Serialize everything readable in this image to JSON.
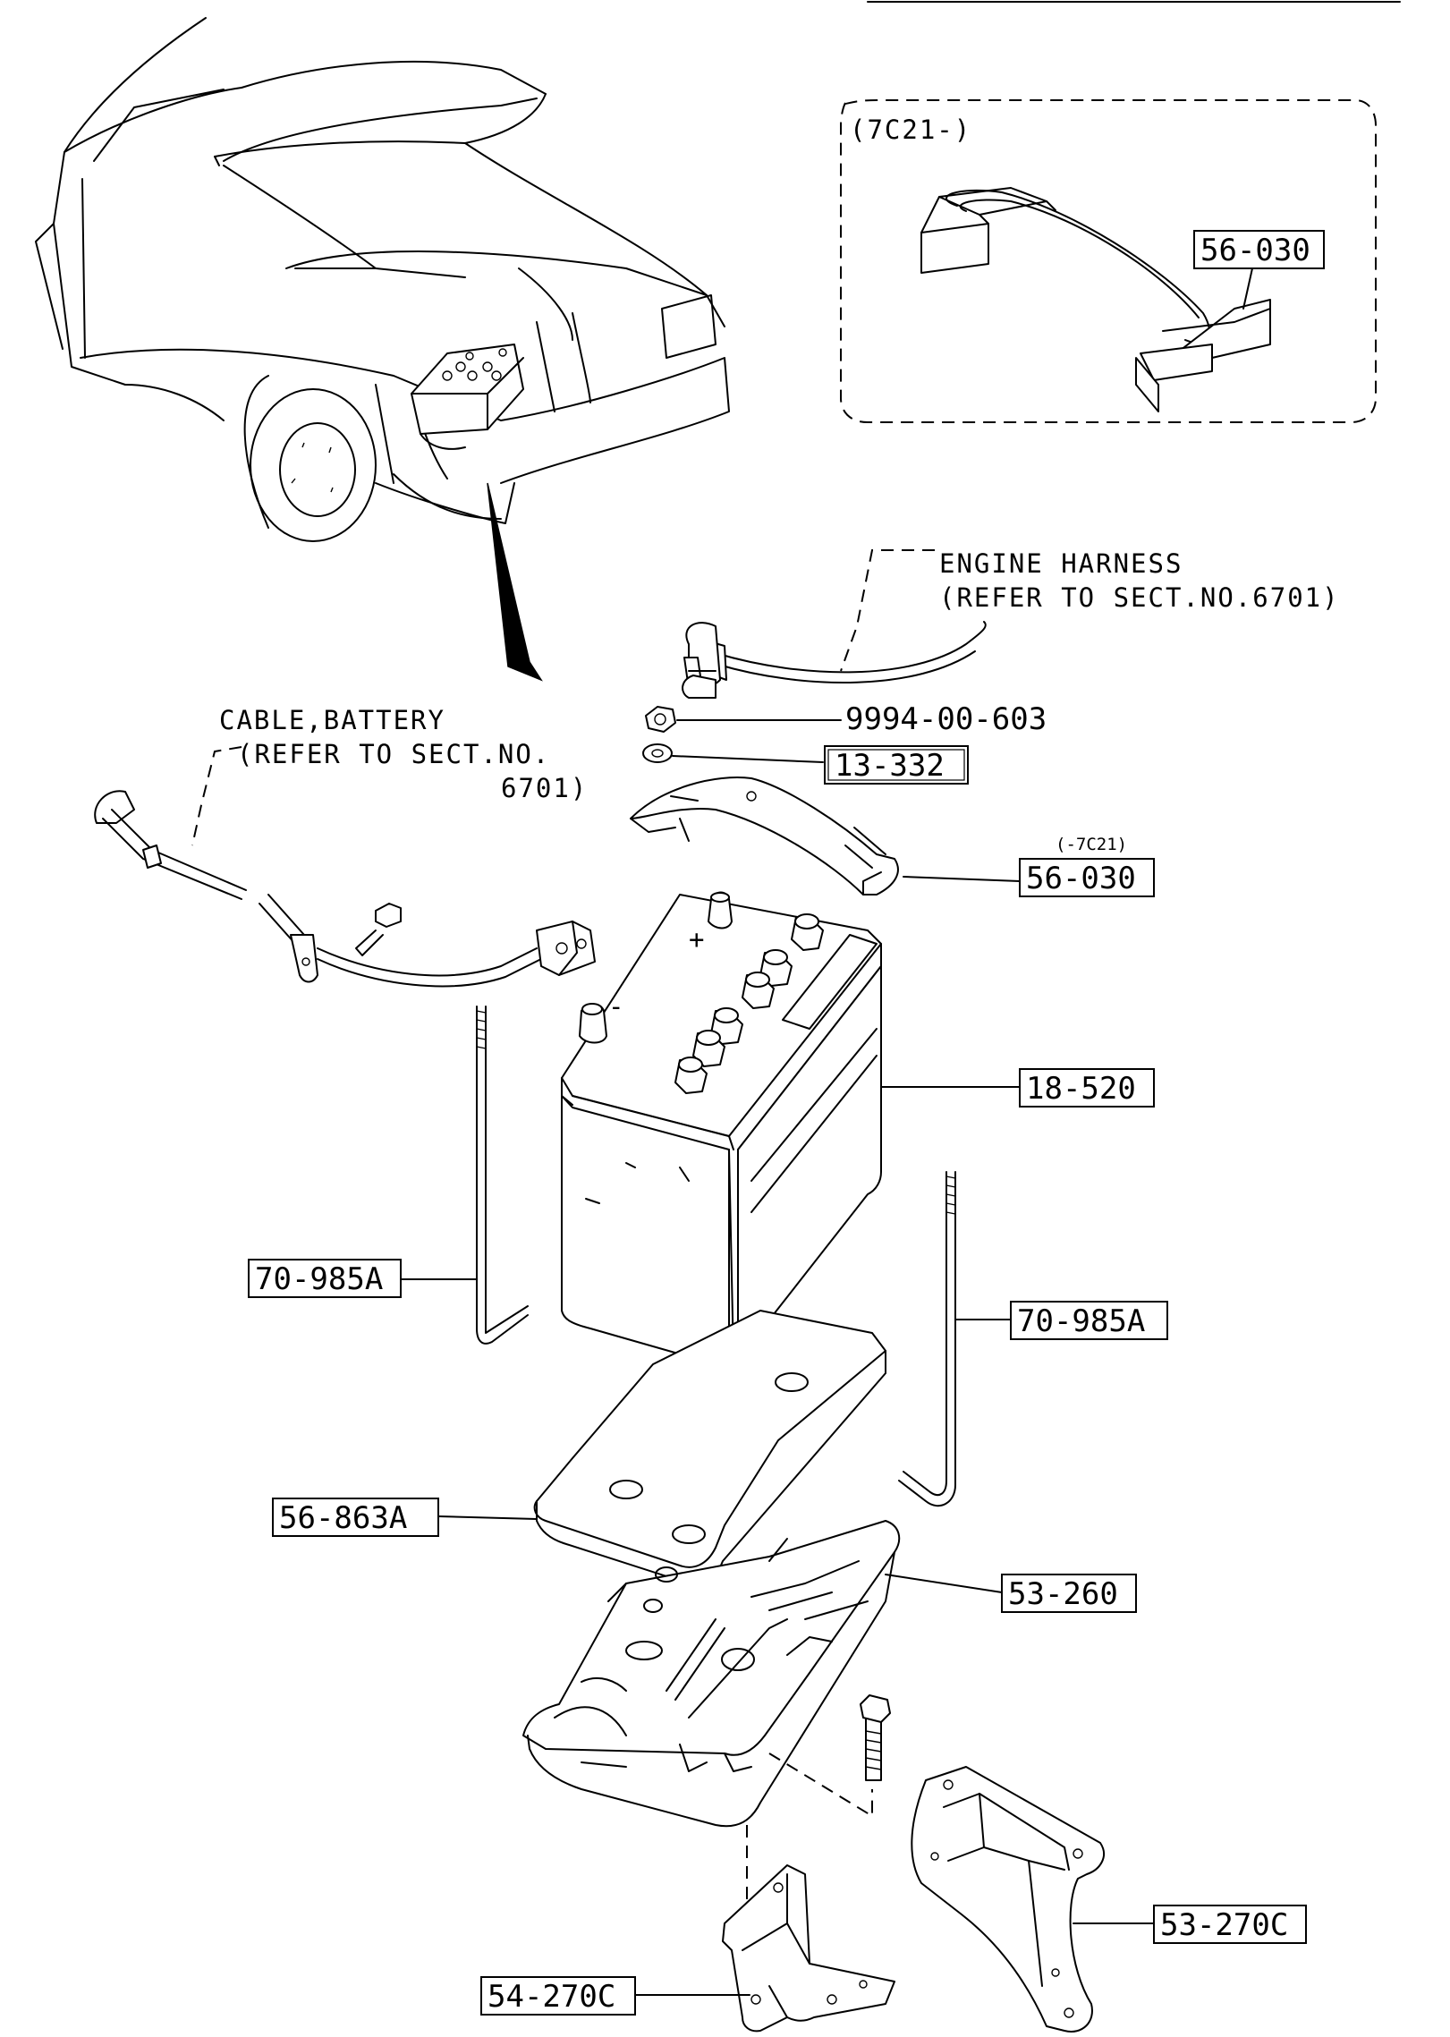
{
  "inset": {
    "note": "(7C21-)",
    "part": "56-030"
  },
  "engine_harness": {
    "line1": "ENGINE HARNESS",
    "line2": "(REFER TO SECT.NO.6701)"
  },
  "cable_battery": {
    "line1": "CABLE,BATTERY",
    "line2": "(REFER TO SECT.NO.",
    "line3": "6701)"
  },
  "parts": {
    "nut": "9994-00-603",
    "washer": "13-332",
    "clamp": "56-030",
    "clamp_note": "(-7C21)",
    "battery": "18-520",
    "rod_left": "70-985A",
    "rod_right": "70-985A",
    "pad": "56-863A",
    "tray": "53-260",
    "bracket_right": "53-270C",
    "bracket_left": "54-270C"
  },
  "battery_marks": {
    "plus": "+",
    "minus": "-"
  }
}
